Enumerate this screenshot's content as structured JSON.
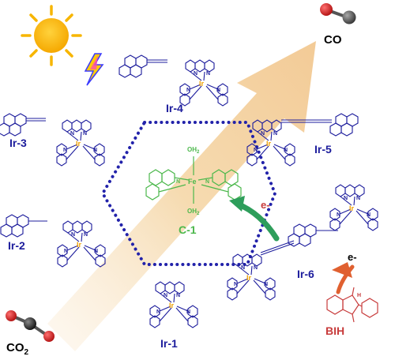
{
  "figure": {
    "labels": {
      "co": "CO",
      "co2_base": "CO",
      "co2_sub": "2",
      "ir1": "Ir-1",
      "ir2": "Ir-2",
      "ir3": "Ir-3",
      "ir4": "Ir-4",
      "ir5": "Ir-5",
      "ir6": "Ir-6",
      "c1": "C-1",
      "bih": "BIH",
      "electron_green": "e-",
      "electron_red": "e-"
    },
    "atoms": {
      "iridium": "Ir",
      "nitrogen": "N",
      "iron": "Fe",
      "water": "OH",
      "water_sub": "2",
      "hydrogen": "H"
    },
    "colors": {
      "ir_complex": "#1c1c9c",
      "iridium_center": "#f0a000",
      "iron_catalyst": "#4cb84c",
      "bih": "#c83c3c",
      "sun": "#f7b500",
      "flow_arrow": "#f5dcb4",
      "hexagon": "#2222aa"
    },
    "icons": [
      "sun-icon",
      "lightning-icon",
      "co-molecule-icon",
      "co2-molecule-icon"
    ]
  }
}
